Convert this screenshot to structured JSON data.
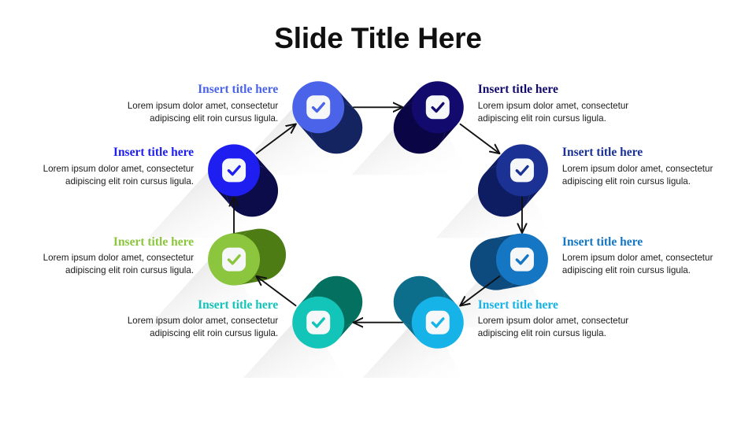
{
  "slide": {
    "title": "Slide Title Here",
    "background": "#ffffff",
    "title_color": "#101010"
  },
  "diagram": {
    "type": "cycle",
    "node_count": 8,
    "direction": "clockwise",
    "icon": "check-circle-icon",
    "arrow_color": "#111111",
    "nodes": [
      {
        "id": 1,
        "title": "Insert title here",
        "body": "Lorem ipsum dolor amet, consectetur adipiscing elit roin cursus ligula.",
        "color": "#4a63e8",
        "shade": "#142460",
        "side": "left",
        "extrude": "down-right"
      },
      {
        "id": 2,
        "title": "Insert title here",
        "body": "Lorem ipsum dolor amet, consectetur adipiscing elit roin cursus ligula.",
        "color": "#130a6e",
        "shade": "#0a0545",
        "side": "right",
        "extrude": "down-left"
      },
      {
        "id": 3,
        "title": "Insert title here",
        "body": "Lorem ipsum dolor amet, consectetur adipiscing elit roin cursus ligula.",
        "color": "#1b3194",
        "shade": "#0e1d62",
        "side": "right",
        "extrude": "down-left"
      },
      {
        "id": 4,
        "title": "Insert title here",
        "body": "Lorem ipsum dolor amet, consectetur adipiscing elit roin cursus ligula.",
        "color": "#1577c4",
        "shade": "#0d4a7d",
        "side": "right",
        "extrude": "left"
      },
      {
        "id": 5,
        "title": "Insert title here",
        "body": "Lorem ipsum dolor amet, consectetur adipiscing elit roin cursus ligula.",
        "color": "#15b3e8",
        "shade": "#0d6e8c",
        "side": "right",
        "extrude": "up-left"
      },
      {
        "id": 6,
        "title": "Insert title here",
        "body": "Lorem ipsum dolor amet, consectetur adipiscing elit roin cursus ligula.",
        "color": "#13c4b8",
        "shade": "#04705f",
        "side": "left",
        "extrude": "up-right"
      },
      {
        "id": 7,
        "title": "Insert title here",
        "body": "Lorem ipsum dolor amet, consectetur adipiscing elit roin cursus ligula.",
        "color": "#8cc63e",
        "shade": "#4e7c14",
        "side": "left",
        "extrude": "right"
      },
      {
        "id": 8,
        "title": "Insert title here",
        "body": "Lorem ipsum dolor amet, consectetur adipiscing elit roin cursus ligula.",
        "color": "#1e1ef0",
        "shade": "#0c0c4a",
        "side": "left",
        "extrude": "down-right"
      }
    ]
  }
}
